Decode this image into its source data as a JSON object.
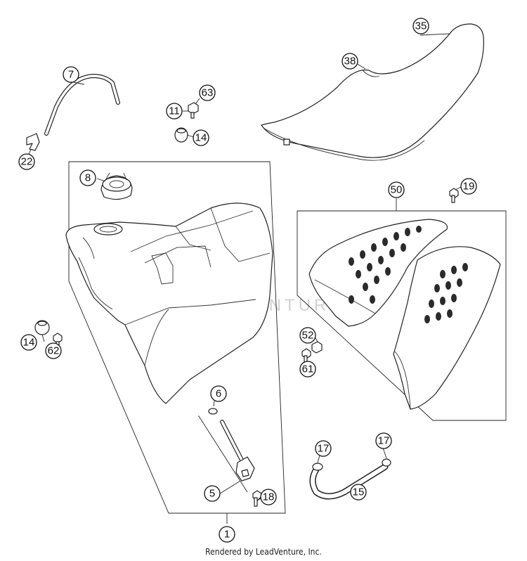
{
  "callouts": [
    "1",
    "5",
    "6",
    "7",
    "8",
    "11",
    "14",
    "14",
    "15",
    "17",
    "17",
    "18",
    "19",
    "22",
    "35",
    "38",
    "50",
    "52",
    "61",
    "62",
    "63"
  ],
  "watermark": "LEADVENTURE",
  "credit": "Rendered by LeadVenture, Inc."
}
